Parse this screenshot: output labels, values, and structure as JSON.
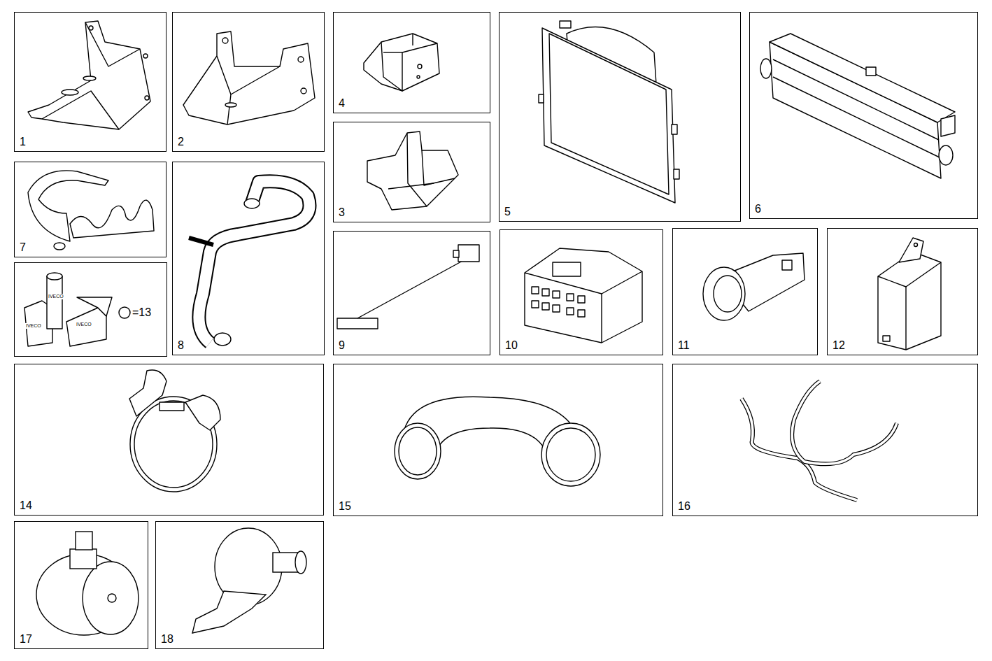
{
  "diagram": {
    "nodes": [
      {
        "text": [
          "1"
        ]
      },
      {
        "text": [
          "2"
        ]
      },
      {
        "text": [
          "4"
        ]
      },
      {
        "text": [
          "5"
        ]
      },
      {
        "text": [
          "6"
        ]
      },
      {
        "text": [
          "3"
        ]
      },
      {
        "text": [
          "7"
        ]
      },
      {
        "text": [
          "8"
        ]
      },
      {
        "text": [
          "9"
        ]
      },
      {
        "text": [
          "10"
        ]
      },
      {
        "text": [
          "11"
        ]
      },
      {
        "text": [
          "12"
        ]
      },
      {
        "text": [
          "=13"
        ]
      },
      {
        "text": [
          "14"
        ]
      },
      {
        "text": [
          "15"
        ]
      },
      {
        "text": [
          "16"
        ]
      },
      {
        "text": [
          "17"
        ]
      },
      {
        "text": [
          "18"
        ]
      }
    ],
    "labels": [
      "IVECO",
      "IVECO",
      "IVECO"
    ]
  }
}
